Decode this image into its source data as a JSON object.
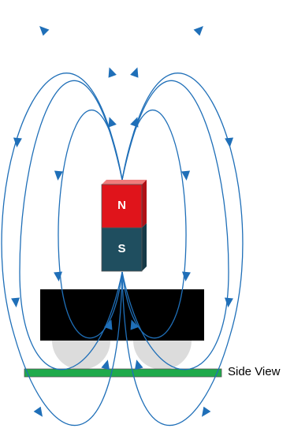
{
  "magnet": {
    "north_label": "N",
    "south_label": "S",
    "north_color": "#e0141b",
    "north_side_color": "#b01016",
    "south_color": "#1f4e5f",
    "south_side_color": "#163a47",
    "label_color": "#ffffff"
  },
  "field_lines": {
    "color": "#1f6fb8",
    "arrow_style": "filled-triangle"
  },
  "base_plate": {
    "color": "#000000"
  },
  "wheels": {
    "color": "#dcdcdc"
  },
  "surface_strip": {
    "color": "#1faa4b"
  },
  "caption": {
    "text": "Side View"
  }
}
